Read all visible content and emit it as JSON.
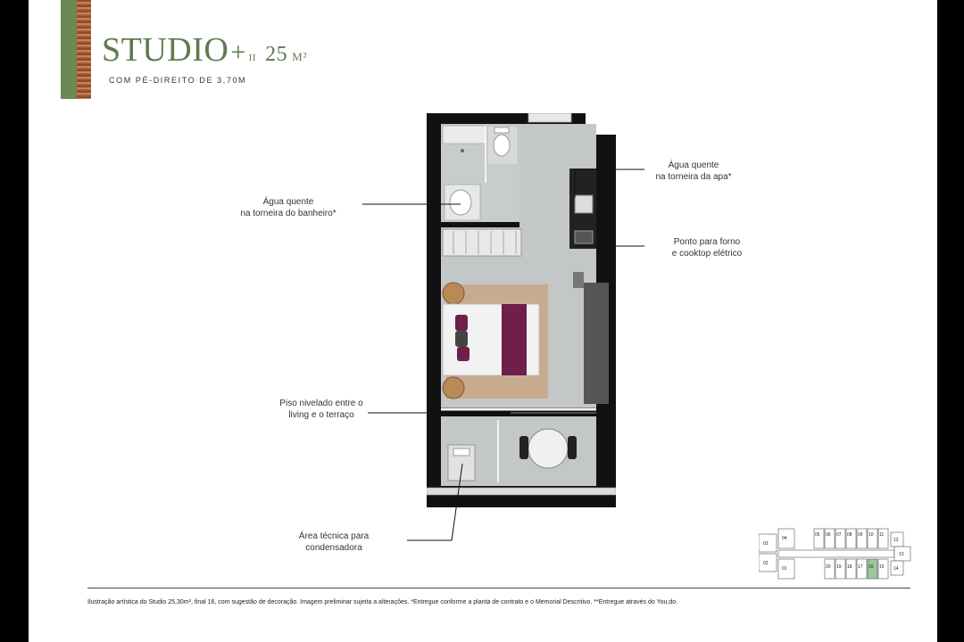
{
  "header": {
    "title": "STUDIO",
    "plus": "+",
    "gen": "II",
    "area": "25",
    "unit": "M²",
    "subtitle": "COM PÉ-DIREITO DE 3,70M"
  },
  "callouts": {
    "hot_water_bathroom": [
      "Água quente",
      "na torneira do banheiro*"
    ],
    "hot_water_sink": [
      "Água quente",
      "na torneira da apa*"
    ],
    "oven_point": [
      "Ponto para forno",
      "e cooktop elétrico"
    ],
    "level_floor": [
      "Piso nivelado entre o",
      "living e o terraço"
    ],
    "tech_area": [
      "Área técnica para",
      "condensadora"
    ]
  },
  "keymap": {
    "units_top": [
      "05",
      "06",
      "07",
      "08",
      "09",
      "10",
      "11"
    ],
    "units_bottom": [
      "20",
      "19",
      "18",
      "17",
      "16",
      "15"
    ],
    "left_units": [
      "03",
      "02",
      "04",
      "01"
    ],
    "right_units": [
      "12",
      "13",
      "14"
    ],
    "highlight": "16",
    "colors": {
      "highlight": "#9bc79b"
    }
  },
  "footer": {
    "disclaimer": "Ilustração artística do Studio 25,30m², final 16, com sugestão de decoração. Imagem preliminar sujeita a alterações. *Entregue conforme a planta de contrato e o Memorial Descritivo. **Entregue através do You,do."
  },
  "colors": {
    "title_green": "#5f7a4e",
    "accent_green": "#6b8a52",
    "bed_purple": "#6e1f4c"
  }
}
